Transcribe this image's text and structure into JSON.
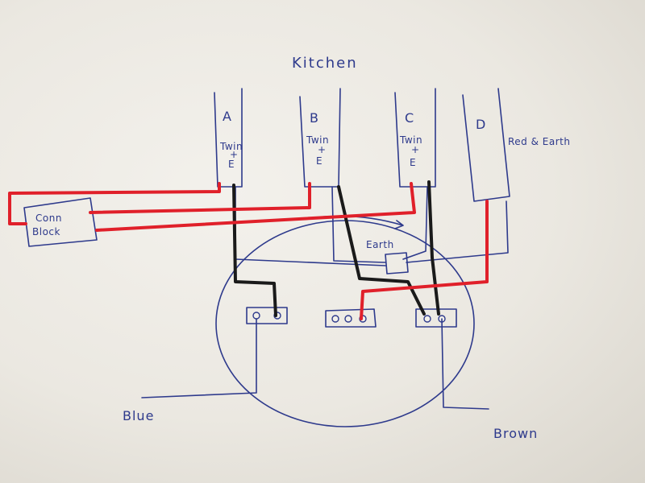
{
  "title": "Kitchen",
  "cables": [
    {
      "letter": "A",
      "type_line1": "Twin",
      "type_line2": "+",
      "type_line3": "E"
    },
    {
      "letter": "B",
      "type_line1": "Twin",
      "type_line2": "+",
      "type_line3": "E"
    },
    {
      "letter": "C",
      "type_line1": "Twin",
      "type_line2": "+",
      "type_line3": "E"
    },
    {
      "letter": "D",
      "type_line1": "",
      "type_line2": "",
      "type_line3": ""
    }
  ],
  "cable_d_note": "Red & Earth",
  "conn_block": {
    "line1": "Conn",
    "line2": "Block"
  },
  "earth_label": "Earth",
  "blue_label": "Blue",
  "brown_label": "Brown",
  "colors": {
    "ink": "#2e3a8c",
    "black_wire": "#1a1a1a",
    "red_wire": "#e0202a",
    "paper": "#eeebe4"
  }
}
